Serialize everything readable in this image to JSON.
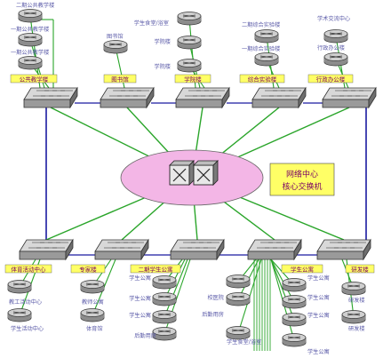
{
  "core": {
    "label_line1": "网络中心",
    "label_line2": "核心交换机"
  },
  "colors": {
    "router_top": "#cfcfcf",
    "router_side": "#8c8c8c",
    "link_green": "#2aa52a",
    "backbone_blue": "#1a1aa0",
    "core_pink": "#f3b6e6",
    "label_yellow": "#ffff66",
    "label_text": "#7a0066",
    "building_text": "#5a5aa8"
  },
  "top_switches": [
    {
      "label": "公共教学楼"
    },
    {
      "label": "图书馆"
    },
    {
      "label": "学院楼"
    },
    {
      "label": "综合实验楼"
    },
    {
      "label": "行政办公楼"
    }
  ],
  "bottom_switches": [
    {
      "label": "体育活动中心"
    },
    {
      "label": "专家楼"
    },
    {
      "label": "二期学生公寓"
    },
    {
      "label": "学生公寓"
    },
    {
      "label": "研发楼"
    }
  ],
  "buildings": {
    "top_left": [
      "二期公共教学楼",
      "一期公共教学楼",
      "一期公共教学楼"
    ],
    "library": "图书馆",
    "college": [
      "学生食堂/浴室",
      "学院楼",
      "学院楼"
    ],
    "lab": [
      "二期综合实验楼",
      "一期综合实验楼"
    ],
    "admin": [
      "学术交流中心",
      "行政办公楼"
    ],
    "sports": [
      "教工活动中心",
      "学生活动中心"
    ],
    "expert": [
      "教师公寓",
      "体育馆"
    ],
    "phase2_dorm": [
      "学生公寓",
      "学生公寓",
      "学生公寓",
      "后勤用房"
    ],
    "dorm_left": [
      "校医院",
      "后勤用房",
      "学生食堂/浴室"
    ],
    "dorm_right": [
      "学生公寓",
      "学生公寓",
      "学生公寓",
      "学生公寓"
    ],
    "research": [
      "研发楼",
      "研发楼"
    ]
  }
}
